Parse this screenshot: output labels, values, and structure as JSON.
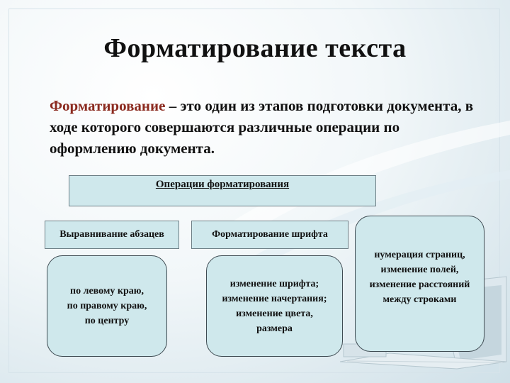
{
  "slide": {
    "title": "Форматирование текста",
    "definition": {
      "term": "Форматирование",
      "text": " – это один из этапов подготовки документа, в ходе которого совершаются различные операции по оформлению документа."
    },
    "operations_header": "Операции форматирования",
    "categories": [
      {
        "label": "Выравнивание абзацев",
        "items": [
          "по левому краю,",
          "по правому краю,",
          "по центру"
        ]
      },
      {
        "label": "Форматирование шрифта",
        "items": [
          "изменение шрифта;",
          "изменение начертания;",
          "изменение цвета,",
          "размера"
        ]
      },
      {
        "label": "",
        "items": [
          "нумерация страниц,",
          "изменение полей,",
          "изменение расстояний",
          "между строками"
        ]
      }
    ]
  },
  "colors": {
    "box_fill": "#cfe8ec",
    "term": "#8b2a1f"
  }
}
